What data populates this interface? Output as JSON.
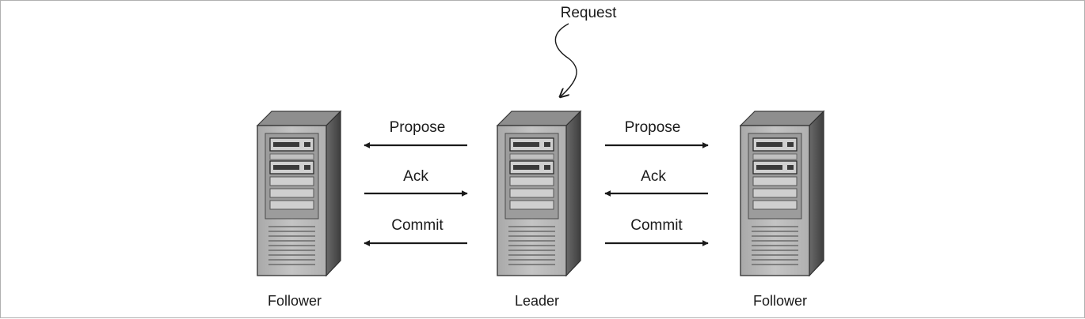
{
  "request": {
    "label": "Request"
  },
  "servers": [
    {
      "label": "Follower",
      "role": "follower"
    },
    {
      "label": "Leader",
      "role": "leader"
    },
    {
      "label": "Follower",
      "role": "follower"
    }
  ],
  "links": {
    "left": [
      {
        "label": "Propose",
        "direction": "to-follower"
      },
      {
        "label": "Ack",
        "direction": "to-leader"
      },
      {
        "label": "Commit",
        "direction": "to-follower"
      }
    ],
    "right": [
      {
        "label": "Propose",
        "direction": "to-follower"
      },
      {
        "label": "Ack",
        "direction": "to-leader"
      },
      {
        "label": "Commit",
        "direction": "to-follower"
      }
    ]
  },
  "colors": {
    "background": "#ffffff",
    "border": "#9a9a9a",
    "server_front": "#b8b8b8",
    "server_side": "#5c5c5c",
    "server_top": "#8a8a8a",
    "arrow": "#1a1a1a"
  }
}
